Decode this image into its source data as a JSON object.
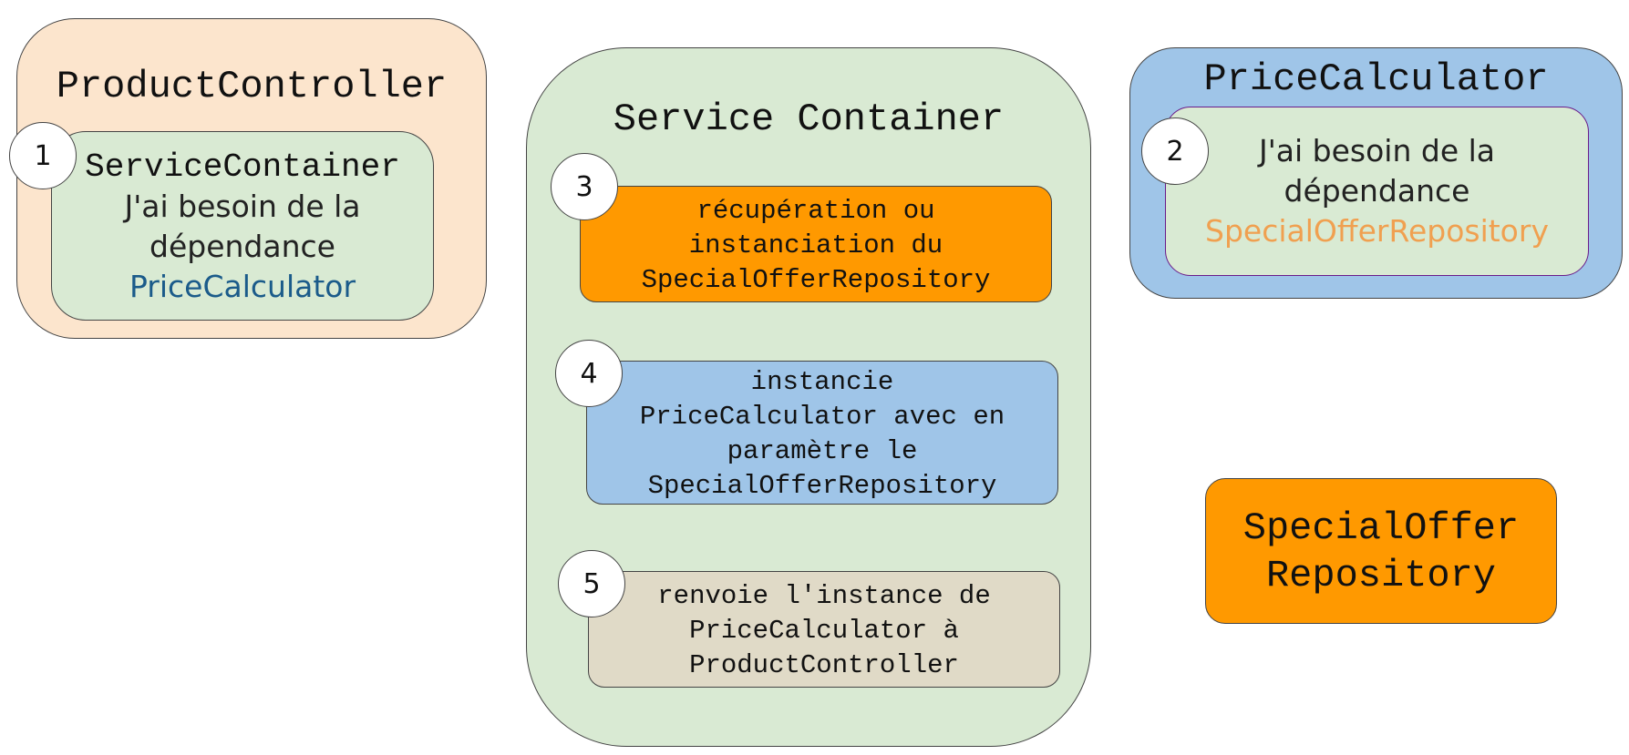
{
  "colors": {
    "peach": "#fce5cd",
    "light_green": "#d9ead3",
    "light_blue": "#9fc5e8",
    "orange": "#ff9900",
    "beige": "#e0dac7",
    "dep_blue": "#1b5b8a",
    "dep_orange": "#f0a050",
    "purple_border": "#6a1b8a"
  },
  "product_controller": {
    "title": "ProductController",
    "badge": "1",
    "inner_title": "ServiceContainer",
    "inner_line1": "J'ai besoin de la",
    "inner_line2": "dépendance",
    "inner_dependency": "PriceCalculator"
  },
  "service_container": {
    "title": "Service Container",
    "steps": [
      {
        "badge": "3",
        "lines": [
          "récupération ou",
          "instanciation du",
          "SpecialOfferRepository"
        ]
      },
      {
        "badge": "4",
        "lines": [
          "instancie",
          "PriceCalculator avec en",
          "paramètre le",
          "SpecialOfferRepository"
        ]
      },
      {
        "badge": "5",
        "lines": [
          "renvoie l'instance de",
          "PriceCalculator à",
          "ProductController"
        ]
      }
    ]
  },
  "price_calculator": {
    "title": "PriceCalculator",
    "badge": "2",
    "inner_line1": "J'ai besoin de la",
    "inner_line2": "dépendance",
    "inner_dependency": "SpecialOfferRepository"
  },
  "special_offer_repository": {
    "line1": "SpecialOffer",
    "line2": "Repository"
  }
}
